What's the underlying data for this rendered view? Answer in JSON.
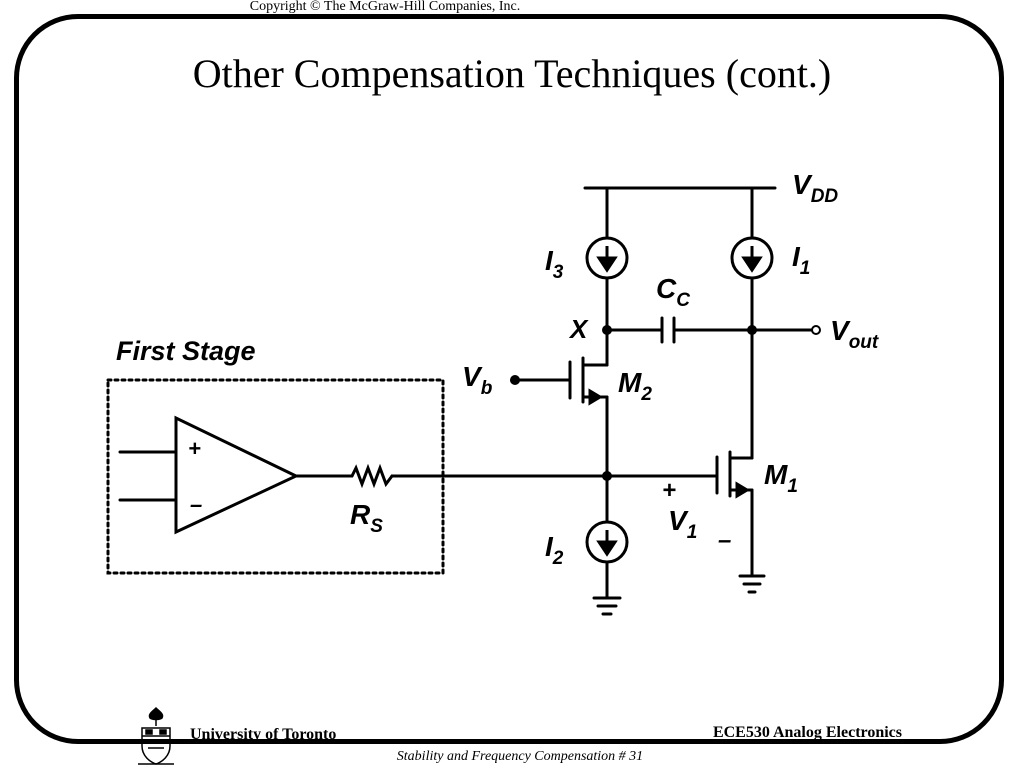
{
  "header": {
    "copyright": "Copyright © The McGraw-Hill Companies, Inc."
  },
  "slide": {
    "title": "Other Compensation Techniques (cont.)"
  },
  "circuit": {
    "first_stage_label": "First Stage",
    "vdd": {
      "main": "V",
      "sub": "DD"
    },
    "i3": {
      "main": "I",
      "sub": "3"
    },
    "i1": {
      "main": "I",
      "sub": "1"
    },
    "i2": {
      "main": "I",
      "sub": "2"
    },
    "cc": {
      "main": "C",
      "sub": "C"
    },
    "node_x": "X",
    "vout": {
      "main": "V",
      "sub": "out"
    },
    "vb": {
      "main": "V",
      "sub": "b"
    },
    "m2": {
      "main": "M",
      "sub": "2"
    },
    "m1": {
      "main": "M",
      "sub": "1"
    },
    "rs": {
      "main": "R",
      "sub": "S"
    },
    "v1": {
      "main": "V",
      "sub": "1"
    },
    "plus": "+",
    "minus": "–",
    "opamp_plus": "+",
    "opamp_minus": "–"
  },
  "footer": {
    "institution": "University of Toronto",
    "course": "ECE530 Analog Electronics",
    "subtitle": "Stability and Frequency Compensation # 31"
  }
}
